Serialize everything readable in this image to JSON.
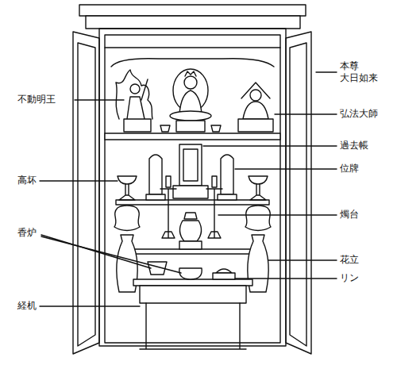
{
  "diagram": {
    "labels": [
      "本尊",
      "大日如来",
      "不動明王",
      "弘法大師",
      "過去帳",
      "位牌",
      "高坏",
      "燭台",
      "香炉",
      "花立",
      "リン",
      "経机"
    ]
  }
}
